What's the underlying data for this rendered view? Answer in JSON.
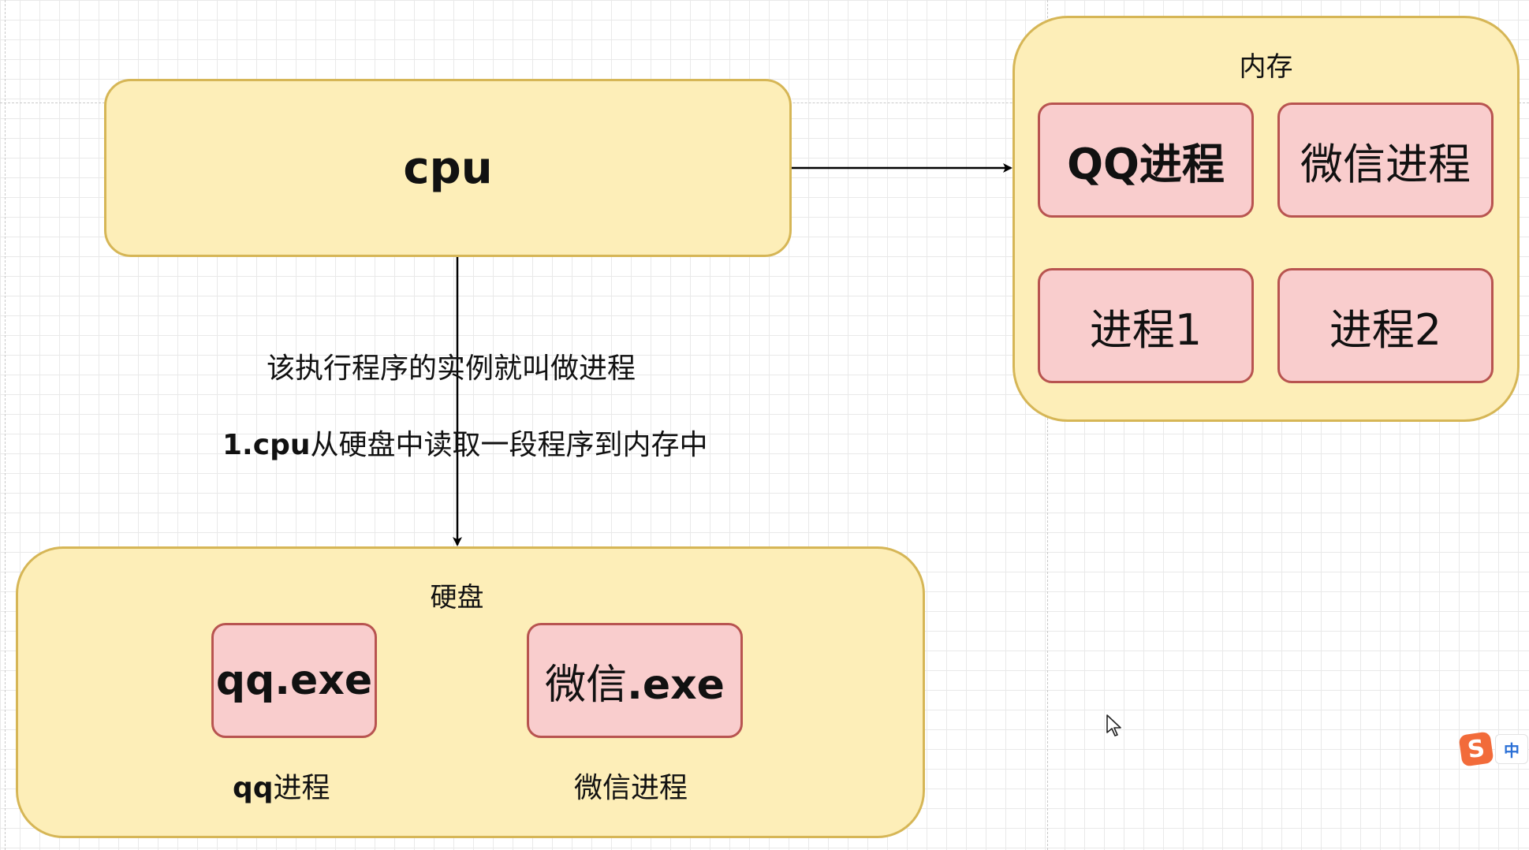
{
  "cpu": {
    "label": "cpu"
  },
  "memory": {
    "title": "内存",
    "processes": [
      {
        "label": "QQ进程",
        "bold": true
      },
      {
        "label": "微信进程",
        "bold": false
      },
      {
        "label": "进程1",
        "bold": false
      },
      {
        "label": "进程2",
        "bold": false
      }
    ]
  },
  "disk": {
    "title": "硬盘",
    "programs": [
      {
        "file": "qq.exe",
        "process_name_prefix": "qq",
        "process_name_suffix": "进程"
      },
      {
        "file_prefix": "微信",
        "file_suffix": ".exe",
        "process_name": "微信进程"
      }
    ]
  },
  "annotations": {
    "instance_note": "该执行程序的实例就叫做进程",
    "step1_prefix": "1.cpu",
    "step1_suffix": "从硬盘中读取一段程序到内存中"
  },
  "ime": {
    "logo": "S",
    "mode": "中"
  },
  "colors": {
    "container_fill": "#fdeeb8",
    "container_stroke": "#d6b656",
    "process_fill": "#f9cdcd",
    "process_stroke": "#b85450",
    "arrow": "#000000",
    "ime_logo": "#f26b3a",
    "ime_mode": "#2a6fd6"
  },
  "icons": {
    "cursor": "mouse-pointer-icon",
    "ime": "sogou-ime-icon"
  }
}
